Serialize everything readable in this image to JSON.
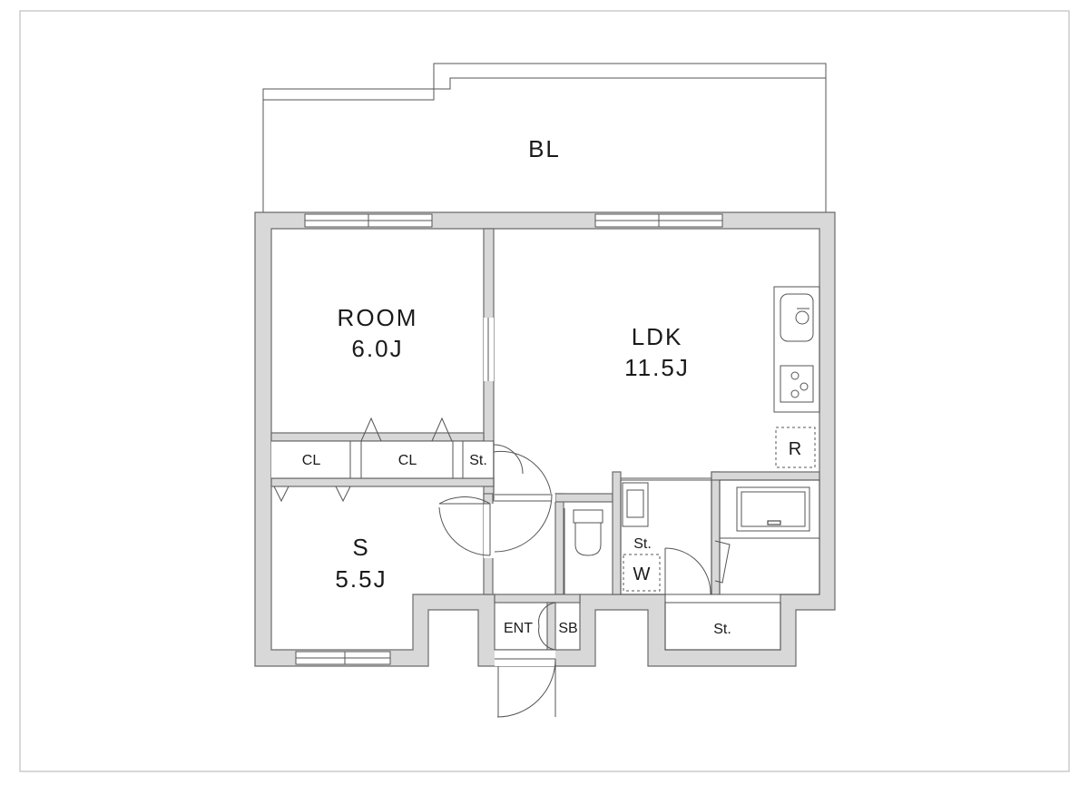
{
  "labels": {
    "balcony": "BL",
    "room_name": "ROOM",
    "room_size": "6.0J",
    "ldk_name": "LDK",
    "ldk_size": "11.5J",
    "s_name": "S",
    "s_size": "5.5J",
    "closet_left": "CL",
    "closet_right": "CL",
    "storage_hall": "St.",
    "storage_wash": "St.",
    "storage_bottom": "St.",
    "washer": "W",
    "fridge": "R",
    "entrance": "ENT",
    "shoe_box": "SB"
  }
}
